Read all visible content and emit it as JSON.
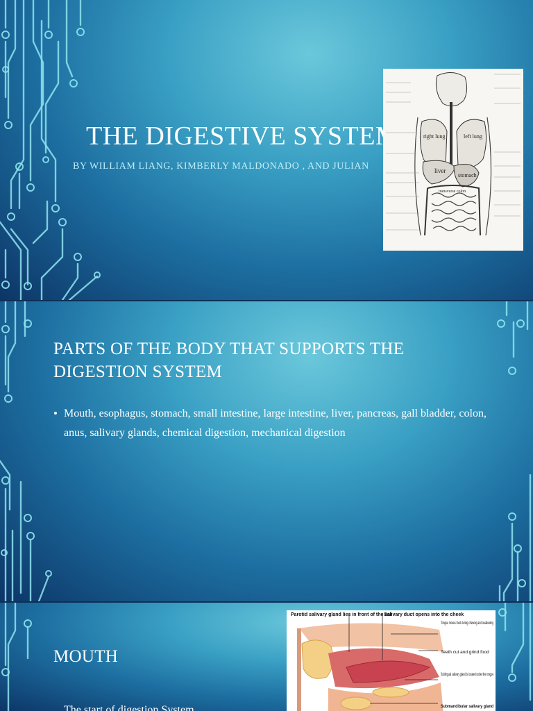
{
  "slides": [
    {
      "title": "THE DIGESTIVE SYSTEM",
      "subtitle": "BY WILLIAM LIANG, KIMBERLY MALDONADO , AND JULIAN",
      "figure_labels": [
        "right lung",
        "left lung",
        "liver",
        "stomach",
        "transverse colon"
      ]
    },
    {
      "heading": "PARTS OF THE BODY THAT SUPPORTS THE DIGESTION SYSTEM",
      "bullet": "Mouth, esophagus, stomach, small intestine, large intestine, liver, pancreas, gall bladder, colon, anus, salivary glands, chemical digestion, mechanical digestion"
    },
    {
      "heading": "MOUTH",
      "bullet_partial": "The start of digestion System",
      "figure_labels": {
        "parotid": "Parotid salivary gland lies in front of the ear",
        "duct": "Salivary duct opens into the cheek",
        "tongue": "Tongue moves food during chewing and swallowing",
        "teeth": "Teeth cut and grind food",
        "sublingual": "Sublingual salivary gland is located under the tongue",
        "submandibular": "Submandibular salivary gland"
      }
    }
  ],
  "colors": {
    "slide_light": "#6bc8db",
    "slide_mid": "#1d6fa1",
    "slide_dark": "#0d3567",
    "circuit": "#8fe3ef",
    "text": "#ffffff",
    "subtitle": "#bfeefa"
  }
}
